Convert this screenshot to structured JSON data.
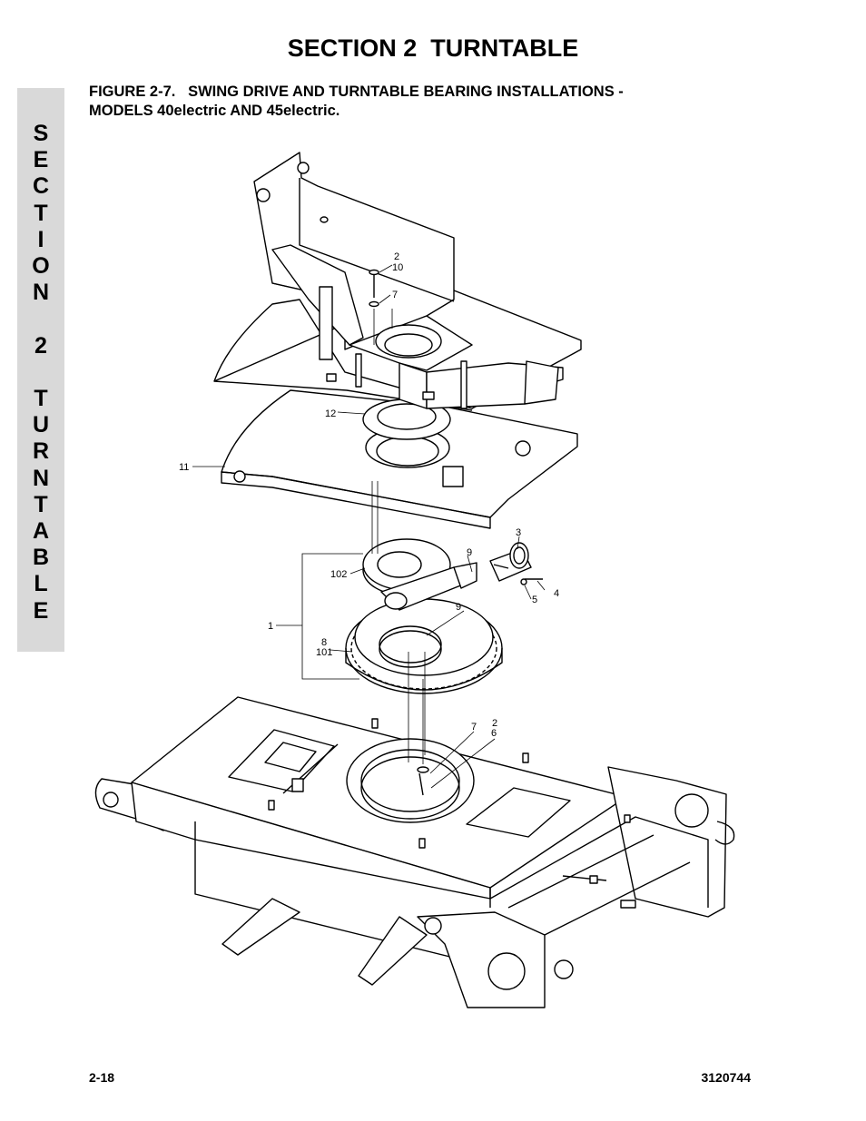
{
  "header": {
    "section_title": "SECTION 2  TURNTABLE",
    "figure_caption_line1": "FIGURE 2-7.   SWING DRIVE AND TURNTABLE BEARING INSTALLATIONS -",
    "figure_caption_line2": "MODELS 40electric AND 45electric."
  },
  "side_tab": {
    "letters": [
      "S",
      "E",
      "C",
      "T",
      "I",
      "O",
      "N",
      "",
      "2",
      "",
      "T",
      "U",
      "R",
      "N",
      "T",
      "A",
      "B",
      "L",
      "E"
    ]
  },
  "callouts": {
    "c2a": "2",
    "c10": "10",
    "c7a": "7",
    "c12": "12",
    "c11": "11",
    "c3": "3",
    "c9a": "9",
    "c102": "102",
    "c5": "5",
    "c4": "4",
    "c1": "1",
    "c9b": "9",
    "c8": "8",
    "c101": "101",
    "c7b": "7",
    "c2b": "2",
    "c6": "6"
  },
  "footer": {
    "page_number": "2-18",
    "doc_number": "3120744"
  }
}
